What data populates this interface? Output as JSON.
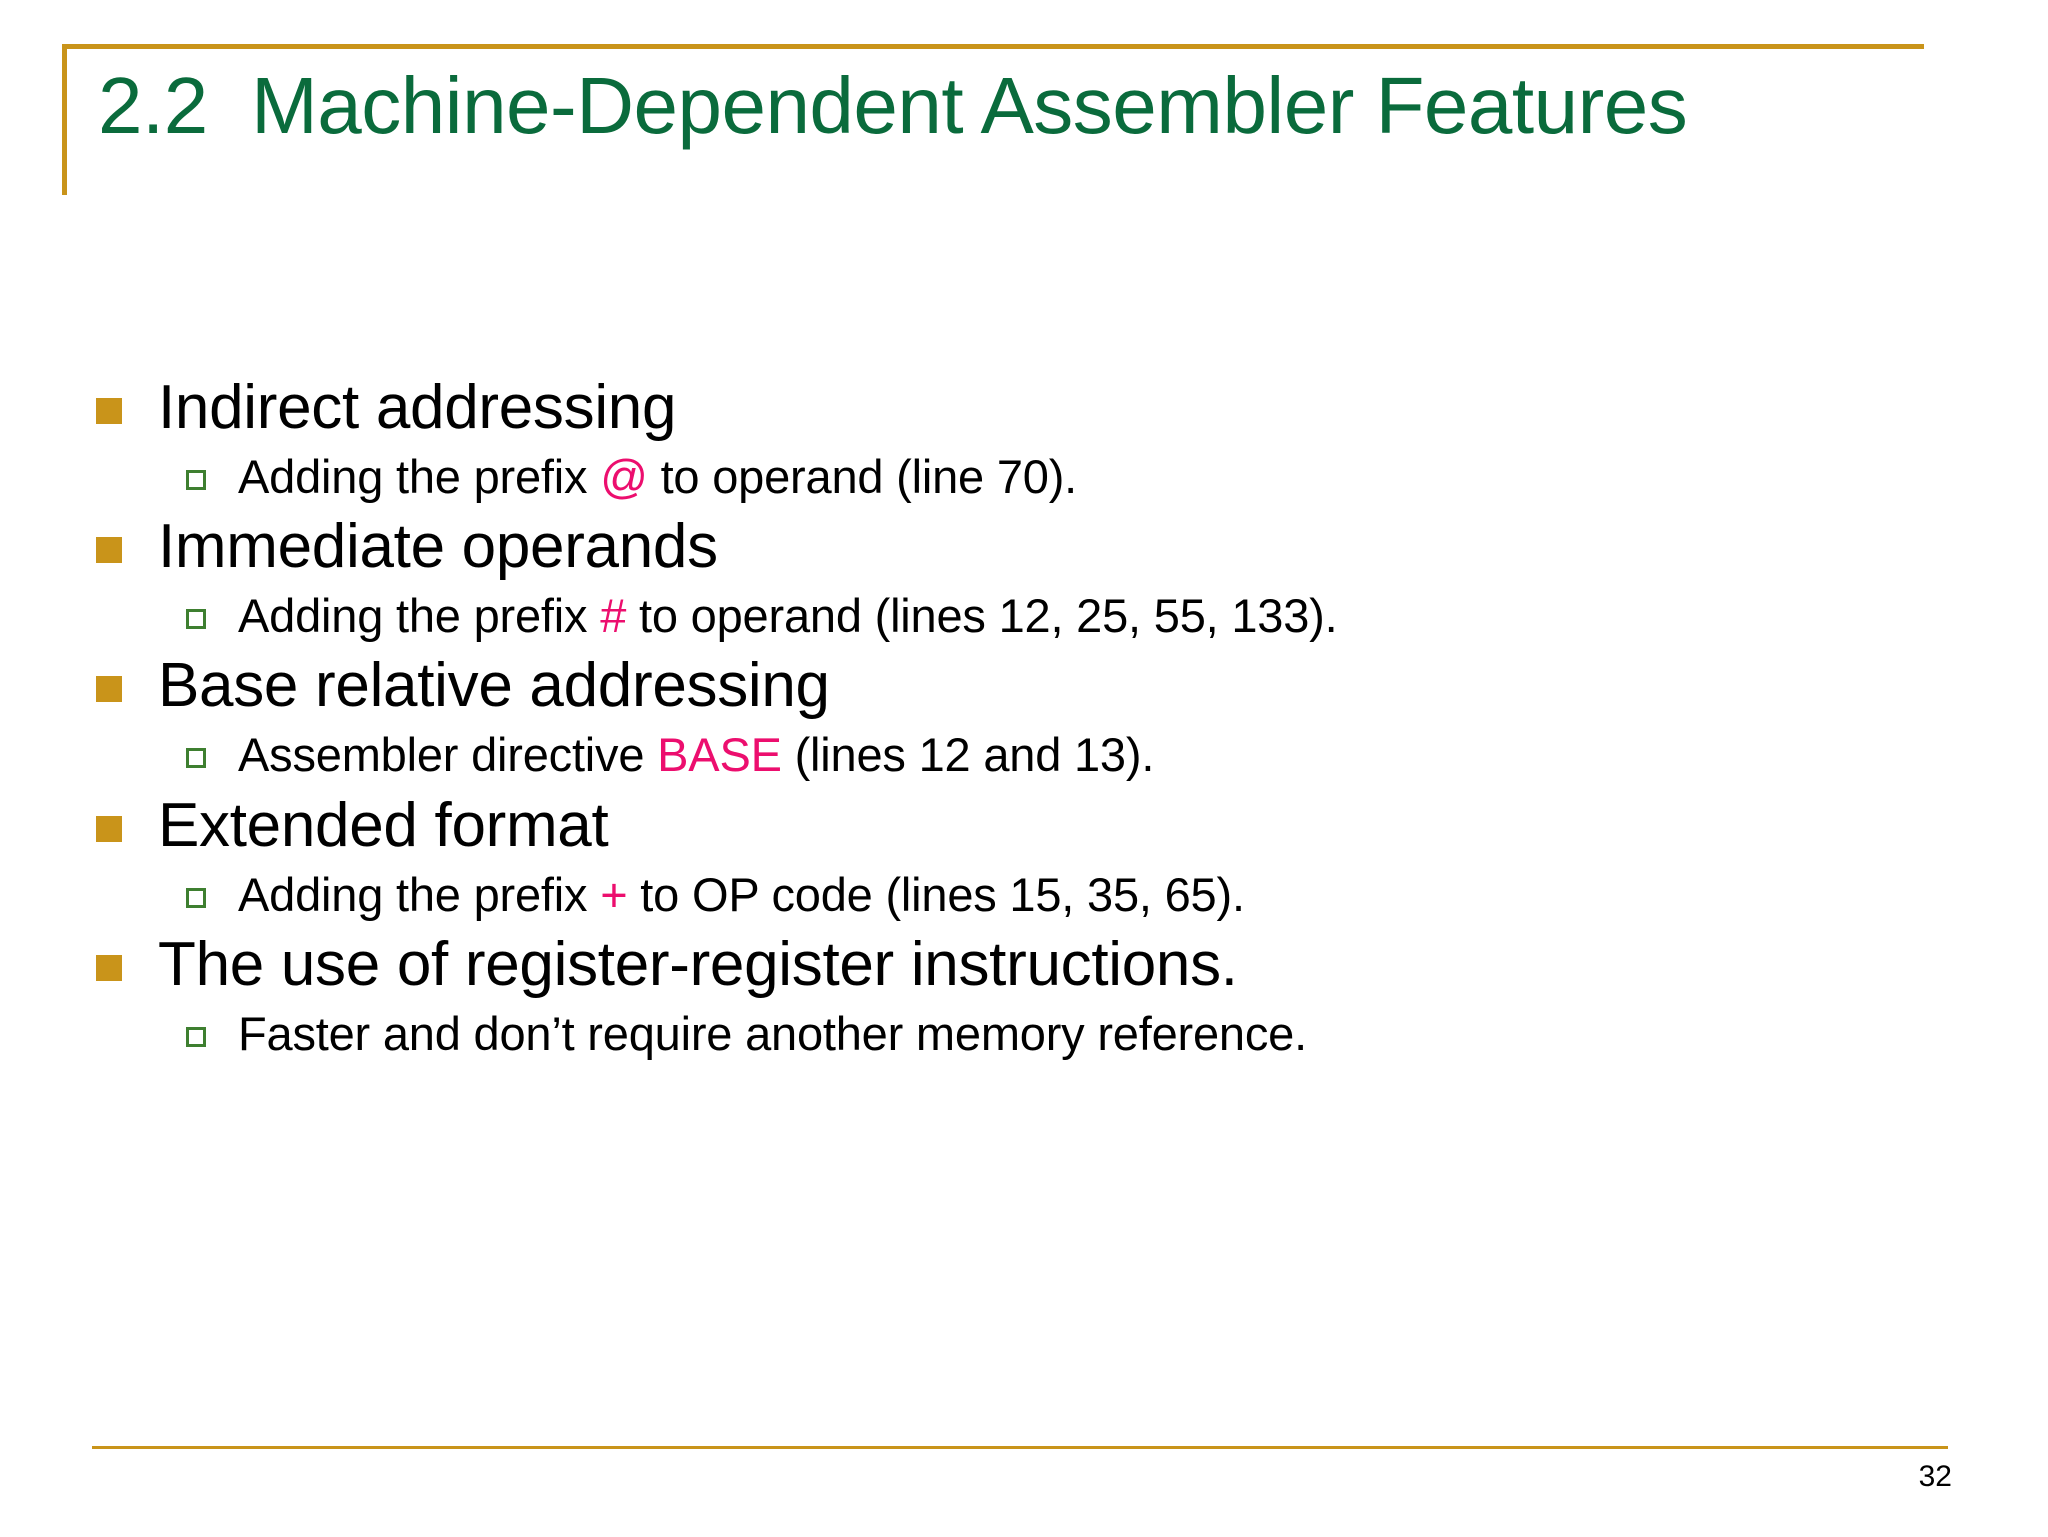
{
  "slide": {
    "title": "2.2  Machine-Dependent Assembler Features",
    "page_number": "32",
    "colors": {
      "title_green": "#0A6B3C",
      "accent_gold": "#C9941A",
      "level1_bullet": "#C9941A",
      "level2_bullet_outline": "#3E7F30",
      "highlight_pink": "#EC0E6E",
      "body_text": "#000000",
      "background": "#FFFFFF"
    },
    "bullets": [
      {
        "marker": "filled-square-bullet",
        "text": "Indirect addressing",
        "sub": [
          {
            "marker": "hollow-square-bullet",
            "parts": [
              {
                "t": "Adding the prefix ",
                "hl": false
              },
              {
                "t": "@",
                "hl": true
              },
              {
                "t": " to operand (line 70).",
                "hl": false
              }
            ]
          }
        ]
      },
      {
        "marker": "filled-square-bullet",
        "text": "Immediate operands",
        "sub": [
          {
            "marker": "hollow-square-bullet",
            "parts": [
              {
                "t": "Adding the prefix ",
                "hl": false
              },
              {
                "t": "#",
                "hl": true
              },
              {
                "t": " to operand (lines 12, 25, 55, 133).",
                "hl": false
              }
            ]
          }
        ]
      },
      {
        "marker": "filled-square-bullet",
        "text": "Base relative addressing",
        "sub": [
          {
            "marker": "hollow-square-bullet",
            "parts": [
              {
                "t": "Assembler directive ",
                "hl": false
              },
              {
                "t": "BASE",
                "hl": true
              },
              {
                "t": " (lines 12 and 13).",
                "hl": false
              }
            ]
          }
        ]
      },
      {
        "marker": "filled-square-bullet",
        "text": "Extended format",
        "sub": [
          {
            "marker": "hollow-square-bullet",
            "parts": [
              {
                "t": "Adding the prefix ",
                "hl": false
              },
              {
                "t": "+",
                "hl": true
              },
              {
                "t": " to OP code (lines 15, 35, 65).",
                "hl": false
              }
            ]
          }
        ]
      },
      {
        "marker": "filled-square-bullet",
        "text": "The use of register-register instructions.",
        "sub": [
          {
            "marker": "hollow-square-bullet",
            "parts": [
              {
                "t": "Faster and don’t require another memory reference.",
                "hl": false
              }
            ]
          }
        ]
      }
    ]
  }
}
